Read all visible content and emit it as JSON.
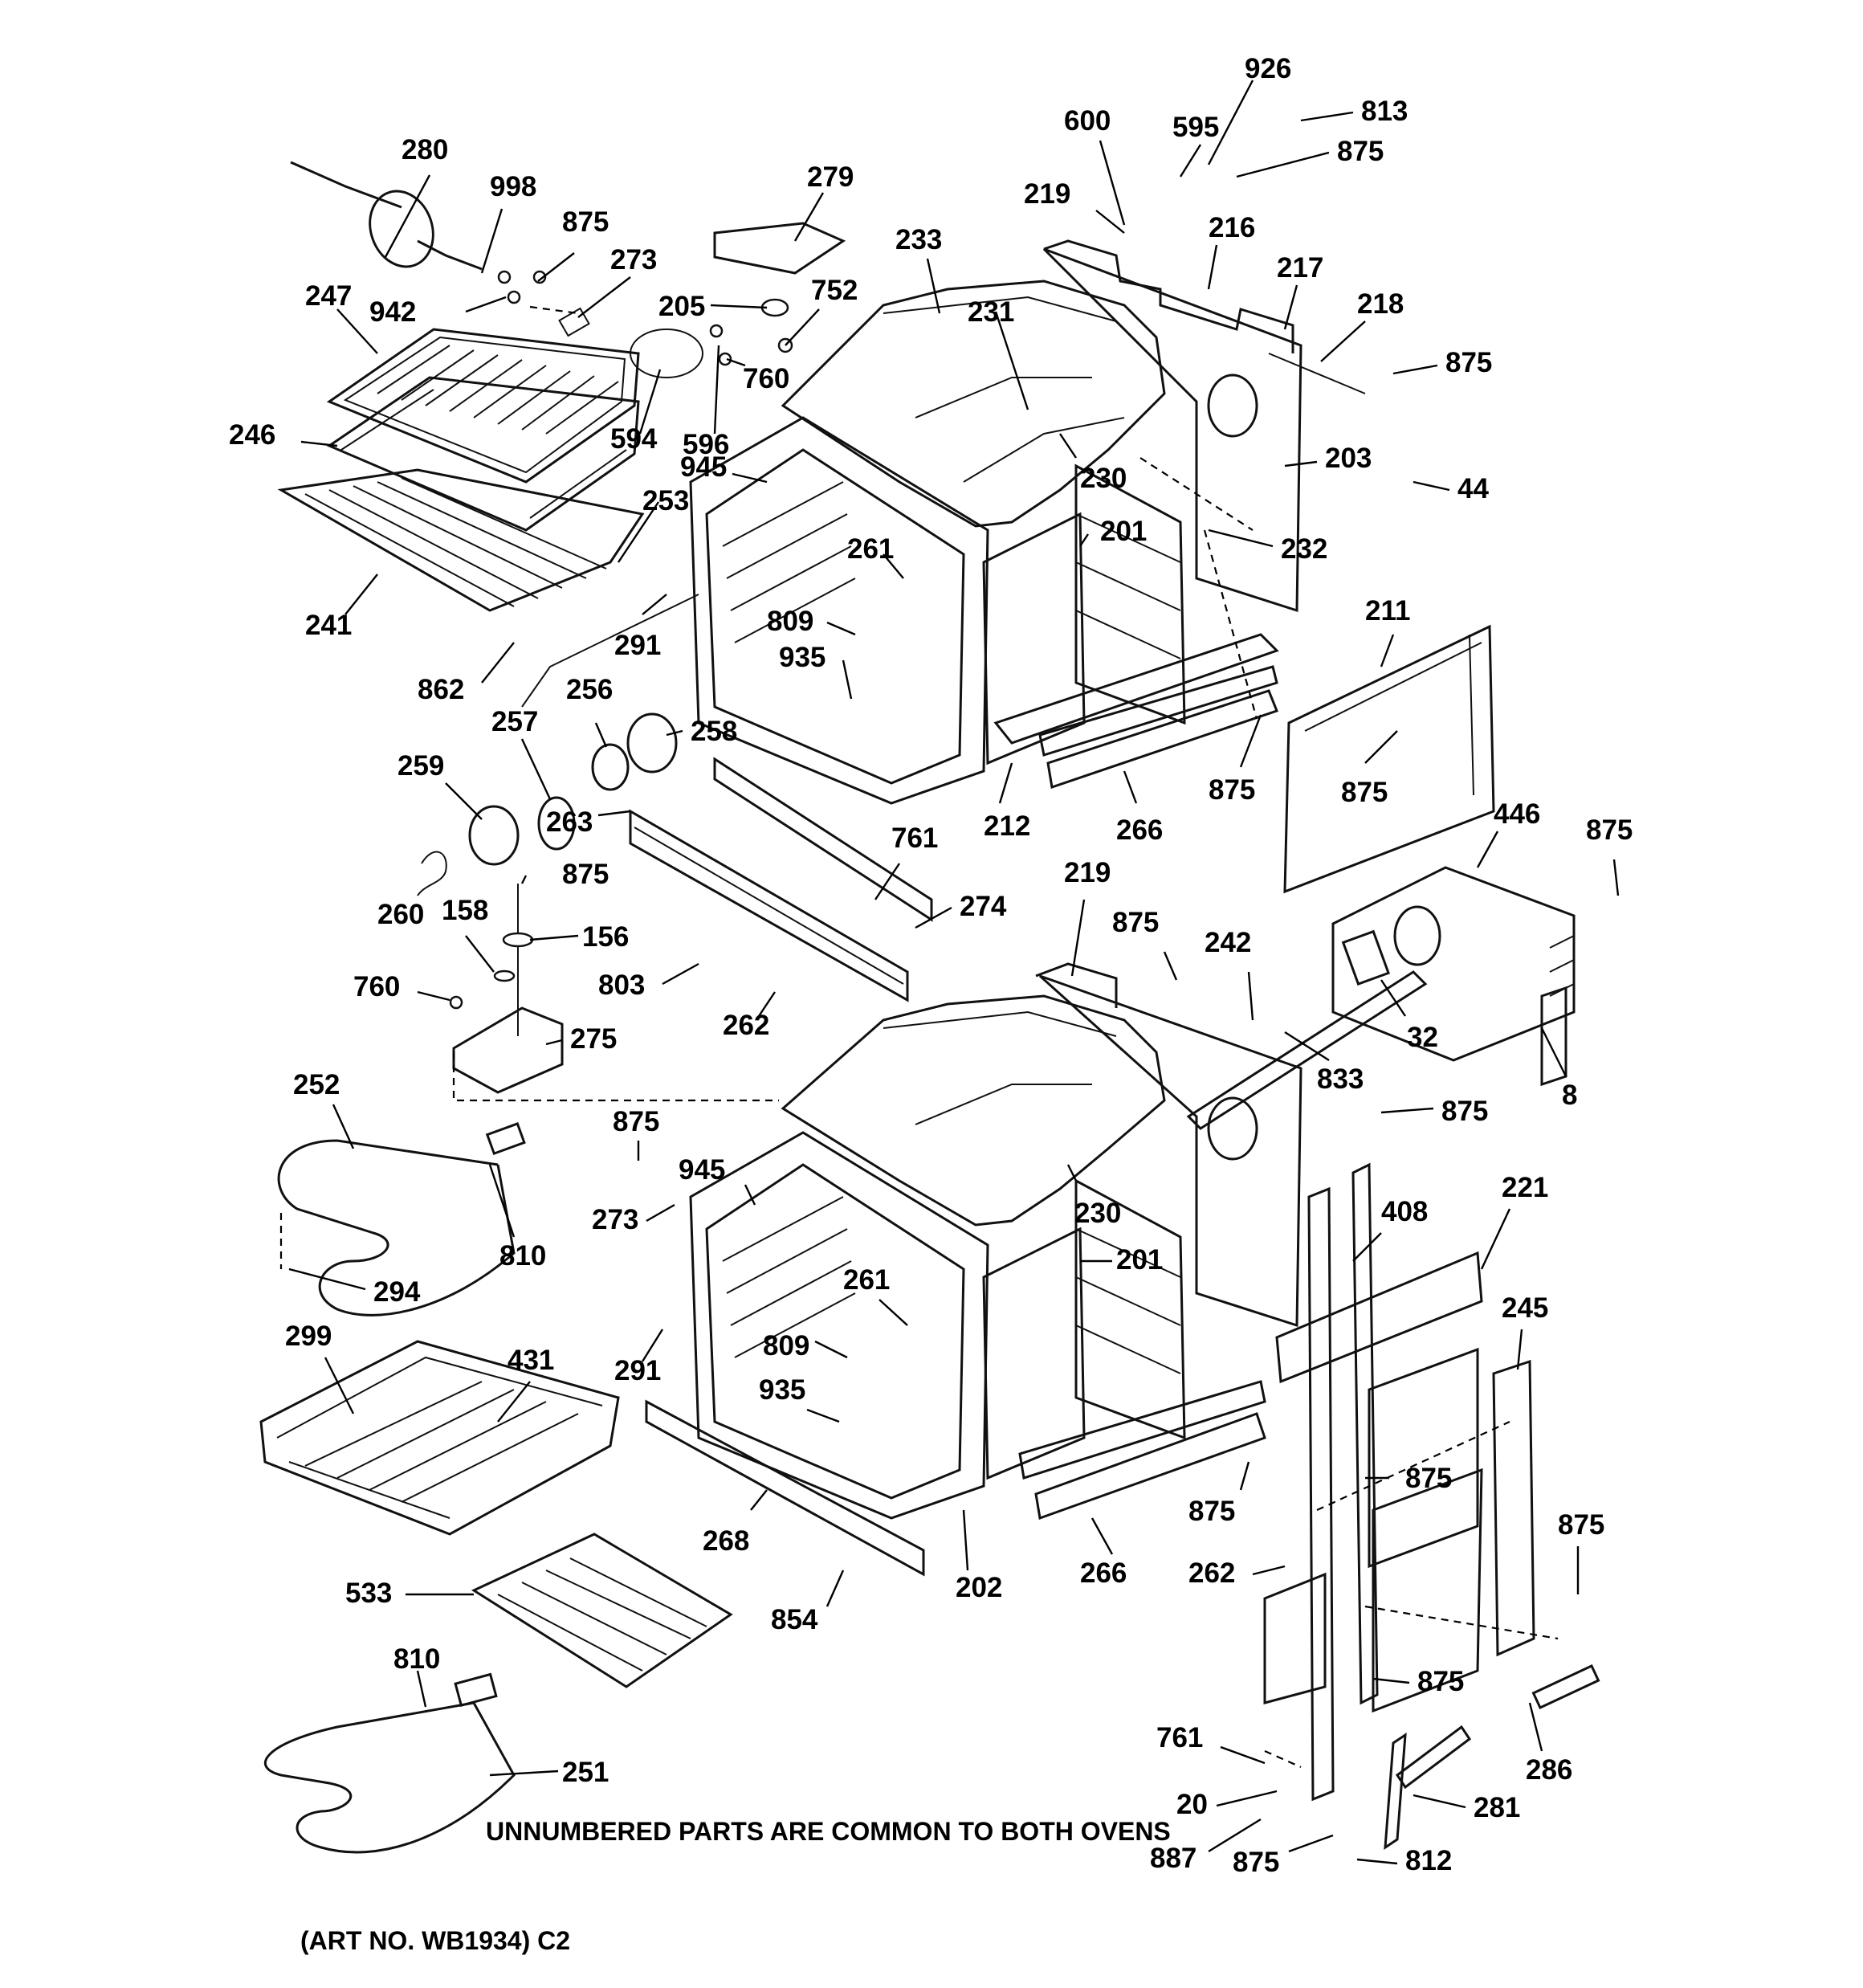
{
  "callouts": [
    {
      "label": "280"
    },
    {
      "label": "998"
    },
    {
      "label": "875"
    },
    {
      "label": "273"
    },
    {
      "label": "247"
    },
    {
      "label": "942"
    },
    {
      "label": "246"
    },
    {
      "label": "594"
    },
    {
      "label": "596"
    },
    {
      "label": "205"
    },
    {
      "label": "752"
    },
    {
      "label": "760"
    },
    {
      "label": "279"
    },
    {
      "label": "233"
    },
    {
      "label": "231"
    },
    {
      "label": "600"
    },
    {
      "label": "595"
    },
    {
      "label": "926"
    },
    {
      "label": "813"
    },
    {
      "label": "875"
    },
    {
      "label": "219"
    },
    {
      "label": "216"
    },
    {
      "label": "217"
    },
    {
      "label": "218"
    },
    {
      "label": "875"
    },
    {
      "label": "945"
    },
    {
      "label": "253"
    },
    {
      "label": "230"
    },
    {
      "label": "203"
    },
    {
      "label": "44"
    },
    {
      "label": "241"
    },
    {
      "label": "291"
    },
    {
      "label": "261"
    },
    {
      "label": "201"
    },
    {
      "label": "232"
    },
    {
      "label": "809"
    },
    {
      "label": "862"
    },
    {
      "label": "935"
    },
    {
      "label": "211"
    },
    {
      "label": "256"
    },
    {
      "label": "257"
    },
    {
      "label": "258"
    },
    {
      "label": "259"
    },
    {
      "label": "263"
    },
    {
      "label": "212"
    },
    {
      "label": "266"
    },
    {
      "label": "875"
    },
    {
      "label": "875"
    },
    {
      "label": "761"
    },
    {
      "label": "446"
    },
    {
      "label": "875"
    },
    {
      "label": "260"
    },
    {
      "label": "875"
    },
    {
      "label": "274"
    },
    {
      "label": "219"
    },
    {
      "label": "158"
    },
    {
      "label": "156"
    },
    {
      "label": "875"
    },
    {
      "label": "242"
    },
    {
      "label": "803"
    },
    {
      "label": "760"
    },
    {
      "label": "262"
    },
    {
      "label": "275"
    },
    {
      "label": "32"
    },
    {
      "label": "252"
    },
    {
      "label": "833"
    },
    {
      "label": "8"
    },
    {
      "label": "875"
    },
    {
      "label": "875"
    },
    {
      "label": "945"
    },
    {
      "label": "230"
    },
    {
      "label": "273"
    },
    {
      "label": "201"
    },
    {
      "label": "810"
    },
    {
      "label": "408"
    },
    {
      "label": "221"
    },
    {
      "label": "294"
    },
    {
      "label": "261"
    },
    {
      "label": "245"
    },
    {
      "label": "299"
    },
    {
      "label": "431"
    },
    {
      "label": "291"
    },
    {
      "label": "809"
    },
    {
      "label": "935"
    },
    {
      "label": "875"
    },
    {
      "label": "875"
    },
    {
      "label": "875"
    },
    {
      "label": "268"
    },
    {
      "label": "202"
    },
    {
      "label": "266"
    },
    {
      "label": "262"
    },
    {
      "label": "533"
    },
    {
      "label": "854"
    },
    {
      "label": "810"
    },
    {
      "label": "875"
    },
    {
      "label": "286"
    },
    {
      "label": "761"
    },
    {
      "label": "251"
    },
    {
      "label": "20"
    },
    {
      "label": "281"
    },
    {
      "label": "887"
    },
    {
      "label": "875"
    },
    {
      "label": "812"
    }
  ],
  "notes": {
    "common_parts": "UNNUMBERED PARTS ARE COMMON TO BOTH OVENS",
    "art_number": "(ART NO. WB1934) C2"
  }
}
